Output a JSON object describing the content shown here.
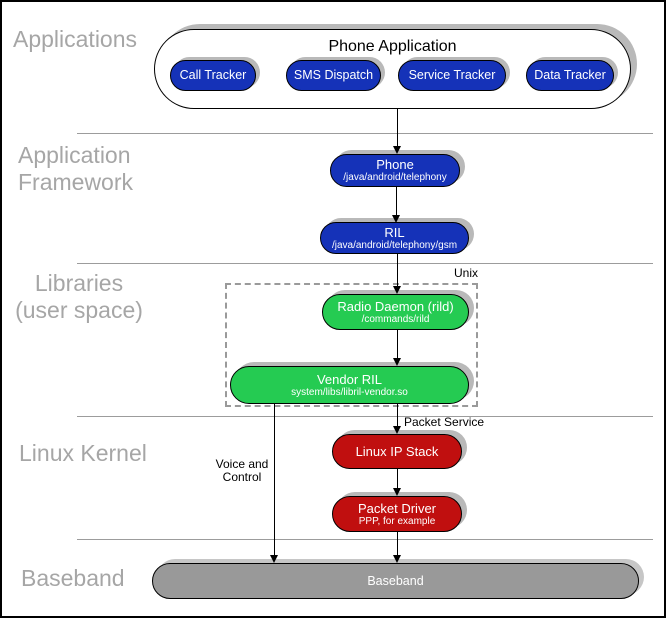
{
  "layer_labels": {
    "applications": "Applications",
    "framework_line1": "Application",
    "framework_line2": "Framework",
    "libraries_line1": "Libraries",
    "libraries_line2": "(user space)",
    "kernel": "Linux Kernel",
    "baseband": "Baseband"
  },
  "phone_application": {
    "title": "Phone Application",
    "apps": [
      {
        "label": "Call Tracker"
      },
      {
        "label": "SMS Dispatch"
      },
      {
        "label": "Service Tracker"
      },
      {
        "label": "Data Tracker"
      }
    ]
  },
  "nodes": {
    "phone": {
      "title": "Phone",
      "path": "/java/android/telephony"
    },
    "ril": {
      "title": "RIL",
      "path": "/java/android/telephony/gsm"
    },
    "radio_daemon": {
      "title": "Radio Daemon (rild)",
      "path": "/commands/rild"
    },
    "vendor_ril": {
      "title": "Vendor RIL",
      "path": "system/libs/libril-vendor.so"
    },
    "linux_ip_stack": {
      "title": "Linux IP Stack"
    },
    "packet_driver": {
      "title": "Packet Driver",
      "path": "PPP, for example"
    },
    "baseband": {
      "title": "Baseband"
    }
  },
  "annotations": {
    "unix": "Unix",
    "packet_service": "Packet Service",
    "voice_control_line1": "Voice and",
    "voice_control_line2": "Control"
  },
  "colors": {
    "application_blue": "#1532b8",
    "daemon_green": "#25cb52",
    "kernel_red": "#c00f0f",
    "baseband_gray": "#999999",
    "shadow_gray": "#b9b9b9",
    "label_gray": "#a6a6a6"
  }
}
